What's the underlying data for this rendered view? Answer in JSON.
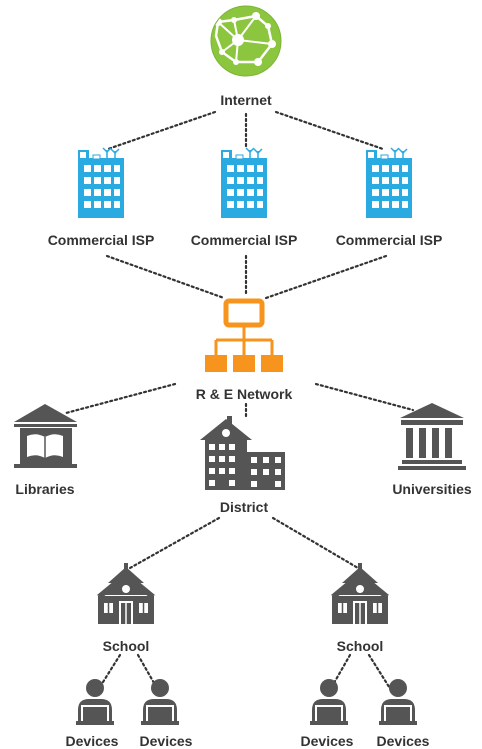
{
  "nodes": {
    "internet": {
      "label": "Internet",
      "icon": "globe-network-icon"
    },
    "isp_left": {
      "label": "Commercial ISP",
      "icon": "building-icon"
    },
    "isp_center": {
      "label": "Commercial ISP",
      "icon": "building-icon"
    },
    "isp_right": {
      "label": "Commercial ISP",
      "icon": "building-icon"
    },
    "rne": {
      "label": "R & E Network",
      "icon": "network-hierarchy-icon"
    },
    "libraries": {
      "label": "Libraries",
      "icon": "library-icon"
    },
    "district": {
      "label": "District",
      "icon": "district-buildings-icon"
    },
    "universities": {
      "label": "Universities",
      "icon": "university-columns-icon"
    },
    "school_left": {
      "label": "School",
      "icon": "schoolhouse-icon"
    },
    "school_right": {
      "label": "School",
      "icon": "schoolhouse-icon"
    },
    "devices_1": {
      "label": "Devices",
      "icon": "user-laptop-icon"
    },
    "devices_2": {
      "label": "Devices",
      "icon": "user-laptop-icon"
    },
    "devices_3": {
      "label": "Devices",
      "icon": "user-laptop-icon"
    },
    "devices_4": {
      "label": "Devices",
      "icon": "user-laptop-icon"
    }
  },
  "colors": {
    "internet": "#8cc63f",
    "isp": "#29aae1",
    "rne": "#f7941d",
    "institution": "#555555",
    "text": "#333333",
    "connector": "#333333"
  }
}
